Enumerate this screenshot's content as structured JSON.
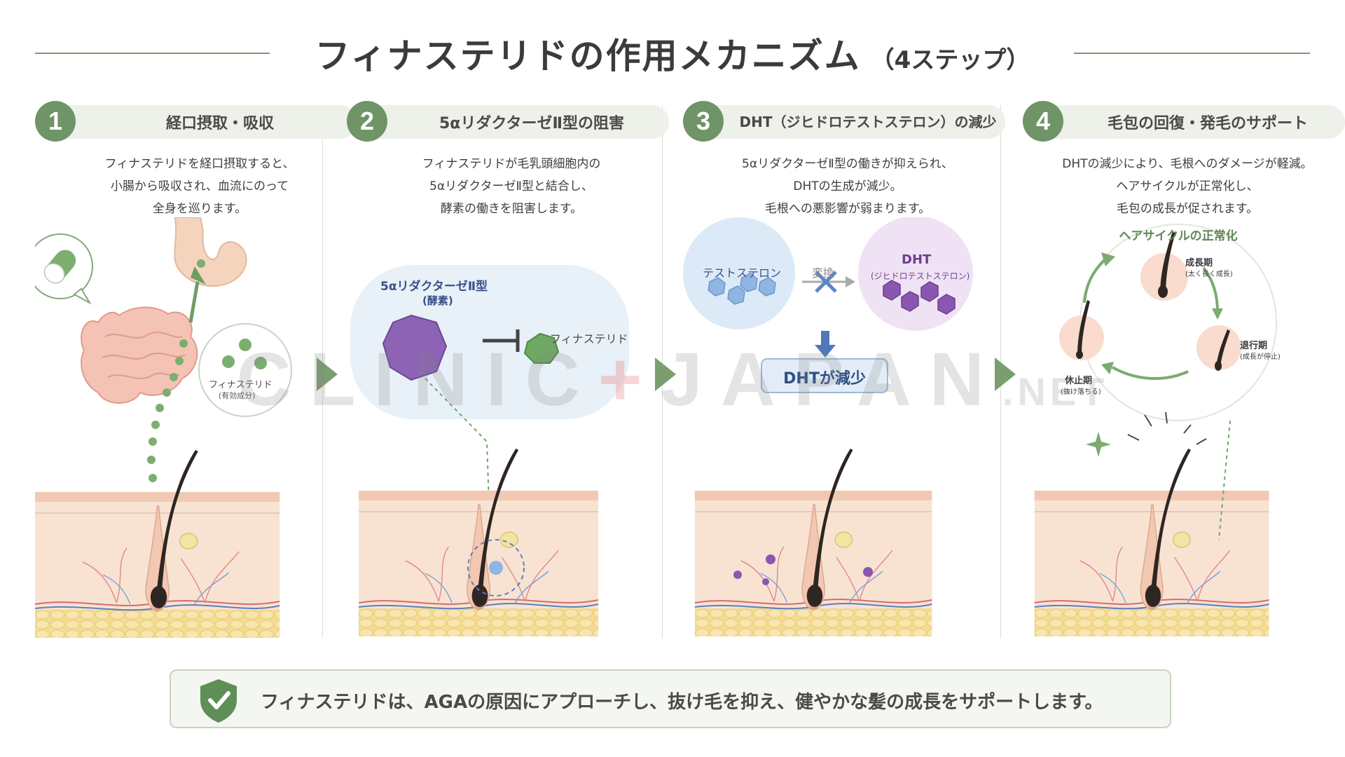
{
  "title": {
    "main": "フィナステリドの作用メカニズム",
    "sub": "（4ステップ）"
  },
  "steps": [
    {
      "number": "1",
      "title": "経口摂取・吸収",
      "desc": [
        "フィナステリドを経口摂取すると、",
        "小腸から吸収され、血流にのって",
        "全身を巡ります。"
      ],
      "labels": {
        "drug": "フィナステリド",
        "drug_sub": "(有効成分)"
      }
    },
    {
      "number": "2",
      "title": "5αリダクターゼⅡ型の阻害",
      "desc": [
        "フィナステリドが毛乳頭細胞内の",
        "5αリダクターゼⅡ型と結合し、",
        "酵素の働きを阻害します。"
      ],
      "labels": {
        "enzyme": "5αリダクターゼⅡ型",
        "enzyme_sub": "(酵素)",
        "drug": "フィナステリド"
      }
    },
    {
      "number": "3",
      "title": "DHT（ジヒドロテストステロン）の減少",
      "desc": [
        "5αリダクターゼⅡ型の働きが抑えられ、",
        "DHTの生成が減少。",
        "毛根への悪影響が弱まります。"
      ],
      "labels": {
        "testosterone": "テストステロン",
        "convert": "変換",
        "dht": "DHT",
        "dht_sub": "(ジヒドロテストステロン)",
        "result": "DHTが減少"
      }
    },
    {
      "number": "4",
      "title": "毛包の回復・発毛のサポート",
      "desc": [
        "DHTの減少により、毛根へのダメージが軽減。",
        "ヘアサイクルが正常化し、",
        "毛包の成長が促されます。"
      ],
      "labels": {
        "cycle_title": "ヘアサイクルの正常化",
        "growth": "成長期",
        "growth_sub": "(太く長く成長)",
        "regress": "退行期",
        "regress_sub": "(成長が停止)",
        "rest": "休止期",
        "rest_sub": "(抜け落ちる)"
      }
    }
  ],
  "watermark": {
    "left": "CLINIC",
    "plus": "+",
    "right": "JAPAN",
    "suffix": ".NET"
  },
  "footer": {
    "text": "フィナステリドは、AGAの原因にアプローチし、抜け毛を抑え、健やかな髪の成長をサポートします。"
  },
  "colors": {
    "accent": "#6f9467",
    "skin": "#f6dccb",
    "fat": "#f1d98e",
    "hair": "#2e2622",
    "enzyme": "#8c63b5",
    "drug": "#6fa865",
    "testosterone": "#8fb6e0",
    "dht": "#8a57b0"
  },
  "icons": [
    "capsule-icon",
    "shield-check-icon",
    "arrow-right-icon",
    "inhibit-icon",
    "cross-icon",
    "sparkle-icon"
  ]
}
